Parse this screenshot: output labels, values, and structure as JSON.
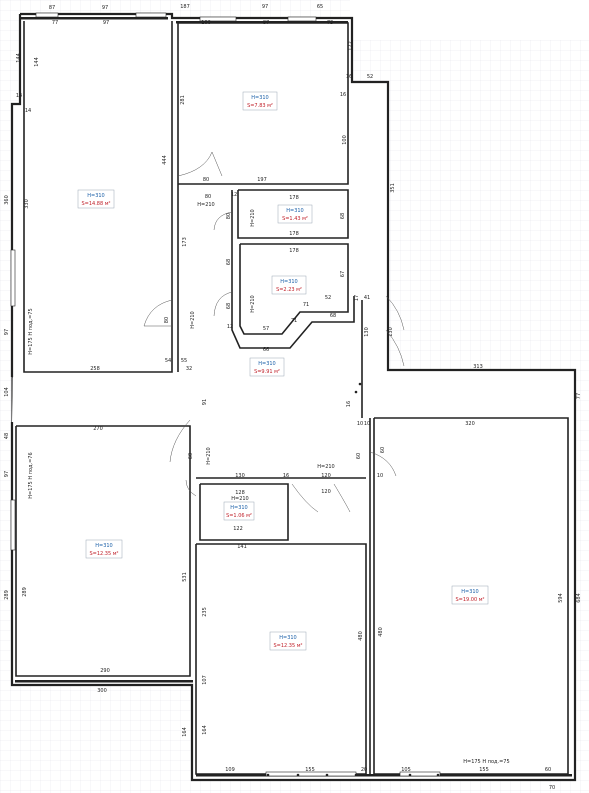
{
  "rooms": [
    {
      "id": "r1",
      "h": "H=310",
      "s": "S=14.88 м²"
    },
    {
      "id": "r2",
      "h": "H=310",
      "s": "S=7.83 м²"
    },
    {
      "id": "r3",
      "h": "H=310",
      "s": "S=1.43 м²"
    },
    {
      "id": "r4",
      "h": "H=310",
      "s": "S=2.23 м²"
    },
    {
      "id": "r5",
      "h": "H=310",
      "s": "S=9.91 м²"
    },
    {
      "id": "r6",
      "h": "H=310",
      "s": "S=12.35 м²"
    },
    {
      "id": "r7",
      "h": "H=310",
      "s": "S=1.06 м²"
    },
    {
      "id": "r8",
      "h": "H=310",
      "s": "S=12.35 м²"
    },
    {
      "id": "r9",
      "h": "H=310",
      "s": "S=19.00 м²"
    }
  ],
  "dims": {
    "t87a": "87",
    "t97a": "97",
    "t187": "187",
    "t97b": "97",
    "t65": "65",
    "t77": "77",
    "t97c": "97",
    "t100": "100",
    "t87b": "87",
    "t73": "73",
    "l144a": "144",
    "l144b": "144",
    "l14a": "14",
    "l14b": "14",
    "l360": "360",
    "l330": "330",
    "l97": "97",
    "l175a": "H=175",
    "l175b": "H под.=75",
    "l104": "104",
    "l48": "48",
    "l97b": "97",
    "l175c": "H=175",
    "l175d": "H под.=76",
    "l289a": "289",
    "l289b": "289",
    "m281": "281",
    "m444": "444",
    "m122": "122",
    "m16a": "16",
    "m52": "52",
    "m16b": "16",
    "m100": "100",
    "m351": "351",
    "m197": "197",
    "m80a": "80",
    "m80b": "80",
    "m210a": "H=210",
    "m178a": "178",
    "m12a": "12",
    "m80c": "80",
    "m210b": "H=210",
    "m68a": "68",
    "m178b": "178",
    "m178c": "178",
    "m68b": "68",
    "m67": "67",
    "m173": "173",
    "m52b": "52",
    "m68c": "68",
    "m210c": "H=210",
    "m71a": "71",
    "m71b": "71",
    "m68d": "68",
    "m12b": "12",
    "m57": "57",
    "m66": "66",
    "m80d": "80",
    "m210d": "H=210",
    "m17": "17",
    "m41": "41",
    "m130": "130",
    "m130b": "130",
    "m258": "258",
    "m54": "54",
    "m55": "55",
    "m32": "32",
    "m313": "313",
    "m77": "77",
    "m91": "91",
    "m16c": "16",
    "m270": "270",
    "m320": "320",
    "m10a": "10",
    "m10b": "10",
    "m60a": "60",
    "m60b": "60",
    "m60c": "60",
    "m210e": "H=210",
    "m210f": "H=210",
    "m130c": "130",
    "m16d": "16",
    "m120a": "120",
    "m120b": "120",
    "m10c": "10",
    "m128": "128",
    "m210g": "H=210",
    "m122b": "122",
    "m141": "141",
    "m531": "531",
    "m235": "235",
    "m480a": "480",
    "m480b": "480",
    "m594": "594",
    "m684": "684",
    "m290": "290",
    "m300": "300",
    "m107": "107",
    "m164a": "164",
    "m164b": "164",
    "b109": "109",
    "b155a": "155",
    "b20": "20",
    "b105": "105",
    "b155b": "155",
    "b60": "60",
    "b175": "H=175",
    "b175b": "H под.=75",
    "b70": "70"
  }
}
